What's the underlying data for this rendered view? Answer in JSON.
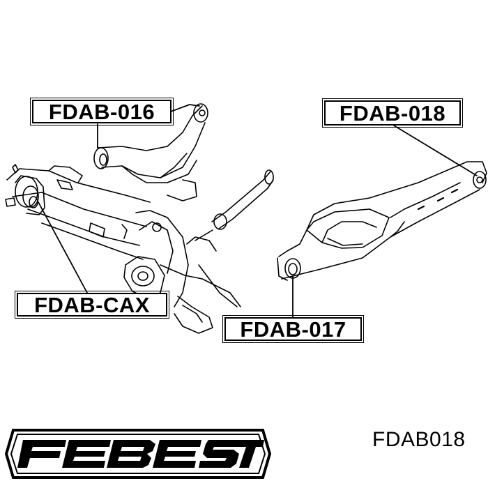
{
  "callouts": {
    "fdab_016": "FDAB-016",
    "fdab_018": "FDAB-018",
    "fdab_cax": "FDAB-CAX",
    "fdab_017": "FDAB-017"
  },
  "brand": {
    "name": "FEBEST"
  },
  "part_number": "FDAB018",
  "colors": {
    "line": "#000000",
    "background": "#ffffff"
  }
}
